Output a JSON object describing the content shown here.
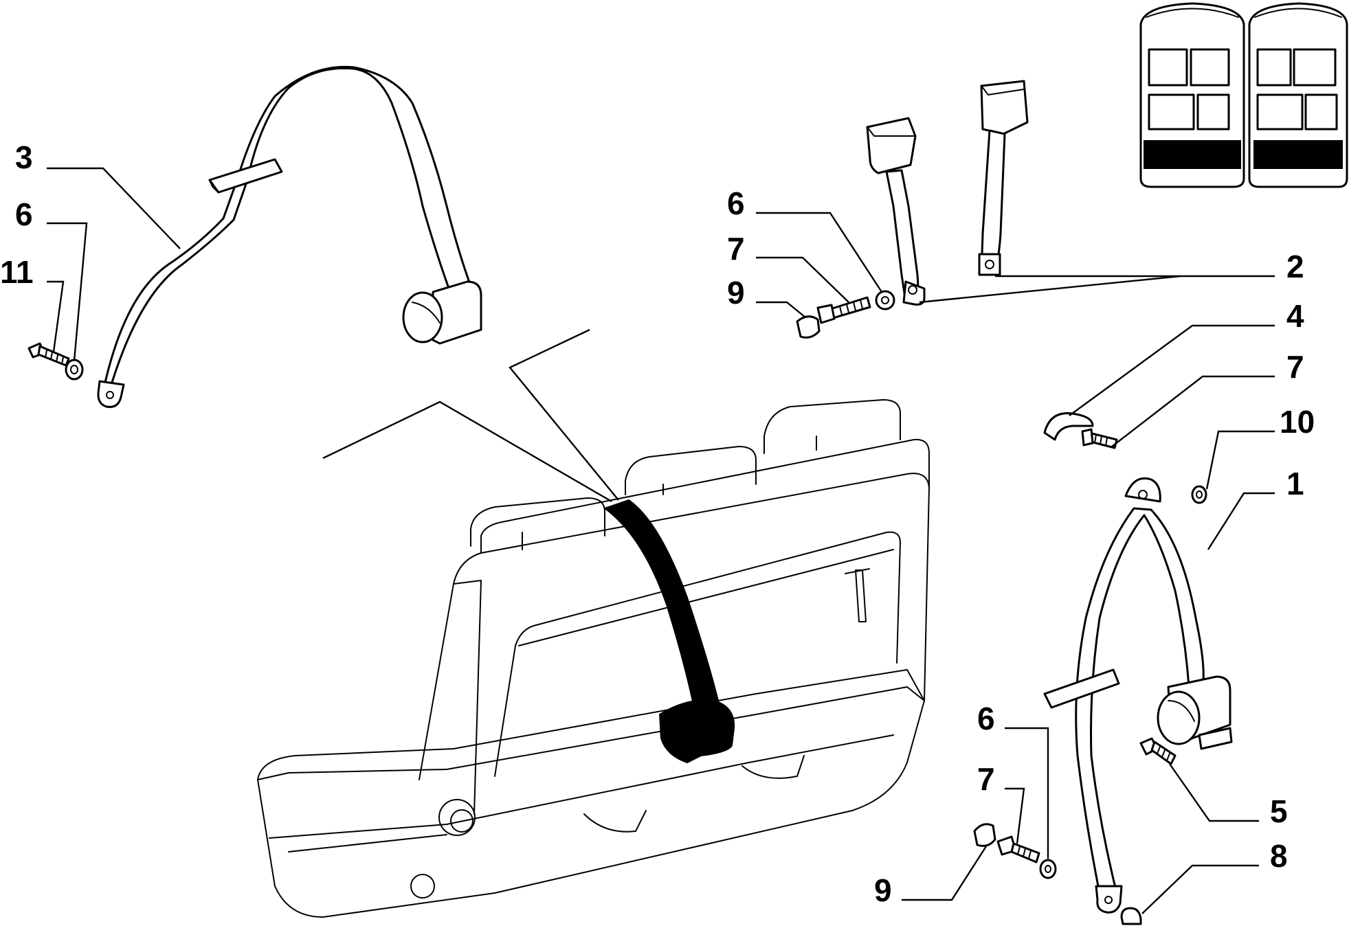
{
  "callouts": {
    "c3": "3",
    "c6_left": "6",
    "c11": "11",
    "c6_top": "6",
    "c7_top": "7",
    "c9_top": "9",
    "c2": "2",
    "c4": "4",
    "c7_right": "7",
    "c10": "10",
    "c1": "1",
    "c6_bottom": "6",
    "c7_bottom": "7",
    "c9_bottom": "9",
    "c5": "5",
    "c8": "8"
  }
}
